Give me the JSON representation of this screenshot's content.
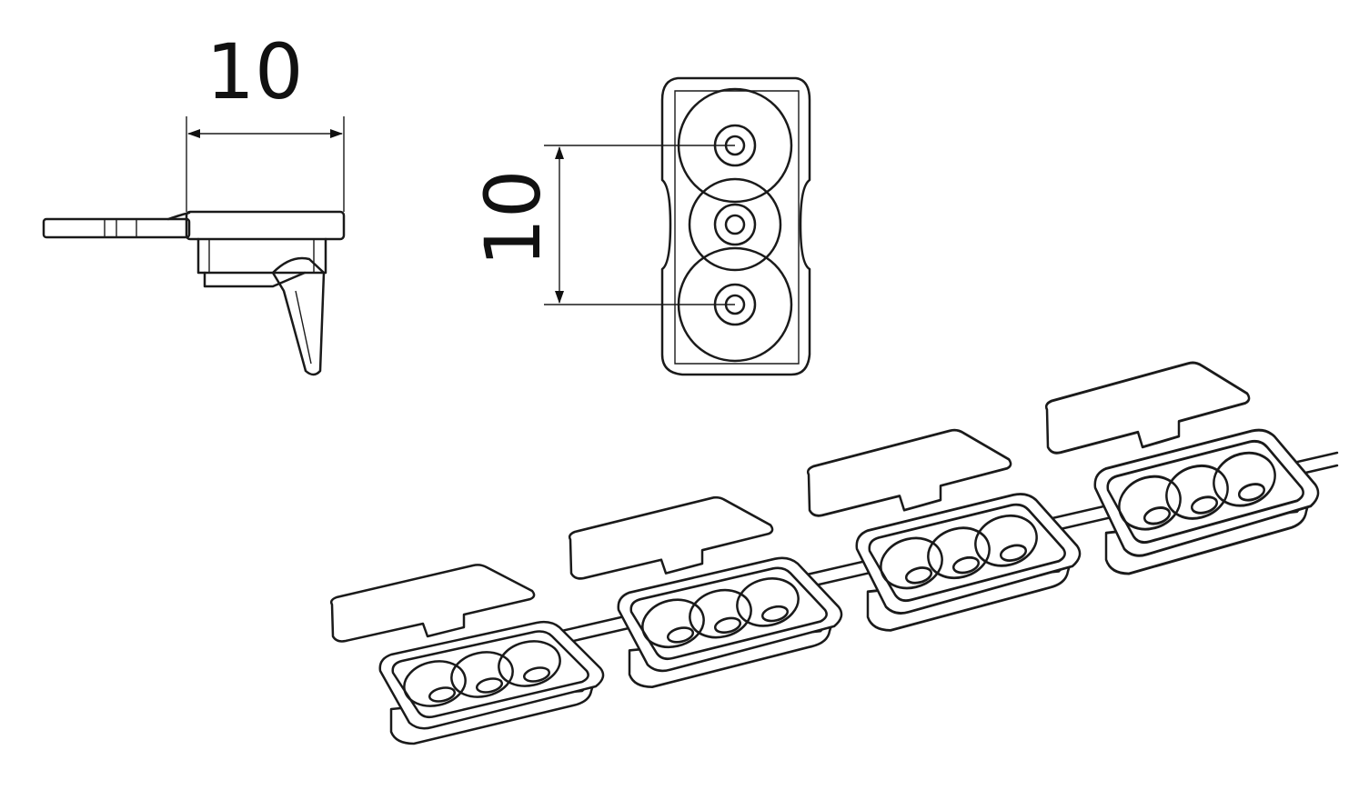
{
  "side_view": {
    "dimension_label": "10"
  },
  "top_view": {
    "dimension_label": "10"
  },
  "isometric_view": {
    "unit_count": 4
  }
}
